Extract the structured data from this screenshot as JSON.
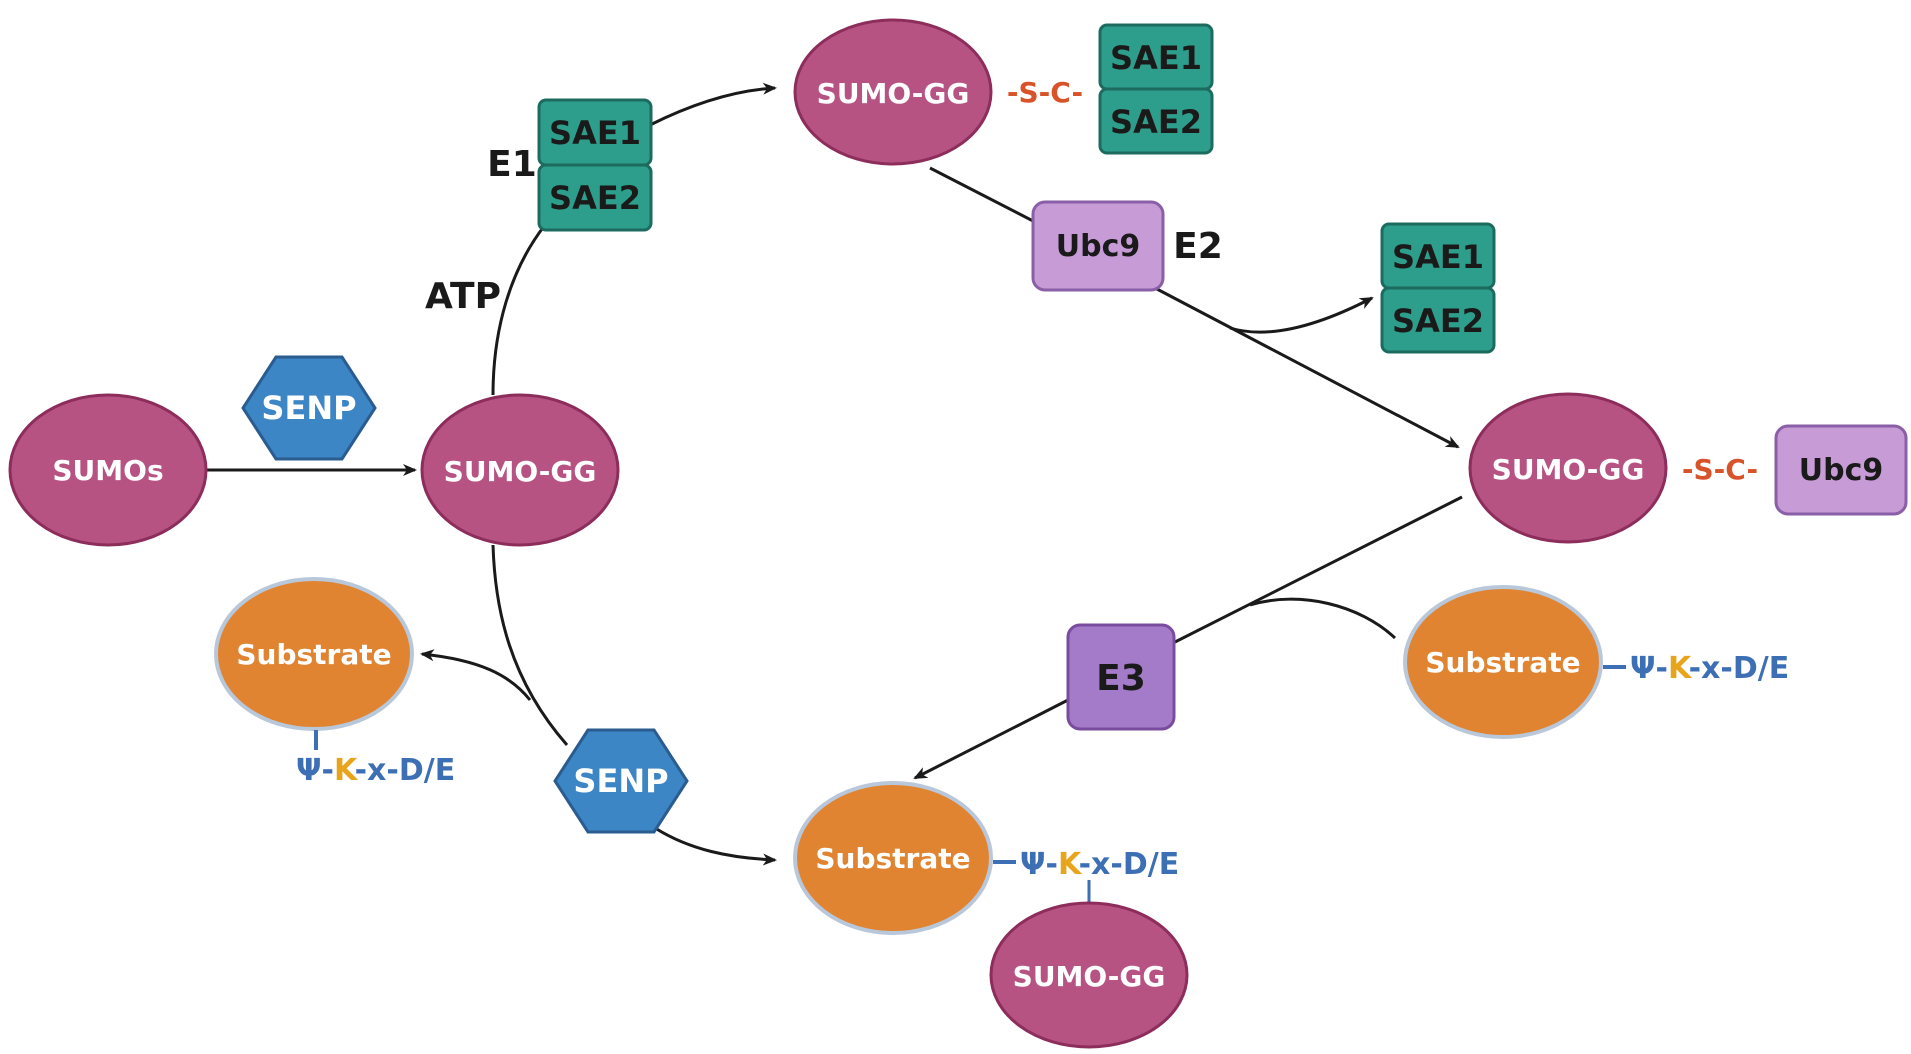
{
  "colors": {
    "sumo_fill": "#b75383",
    "sumo_stroke": "#8c2d5c",
    "sae_fill": "#2e9e8c",
    "sae_stroke": "#1d6b5f",
    "ubc9_fill": "#c79bd6",
    "ubc9_stroke": "#8a5fa8",
    "e3_fill": "#a47bc9",
    "e3_stroke": "#7a4c9e",
    "substrate_fill": "#e08432",
    "substrate_stroke": "#b8c7d9",
    "senp_fill": "#3d86c6",
    "senp_stroke": "#2a5c8f",
    "linker": "#d9532a",
    "motif": "#3d6fb5",
    "motif_k": "#e8a41c",
    "arrow": "#1a1a1a"
  },
  "nodes": {
    "sumos": "SUMOs",
    "sumo_gg_center": "SUMO-GG",
    "senp_top": "SENP",
    "sae1_e1": "SAE1",
    "sae2_e1": "SAE2",
    "e1_label": "E1",
    "atp_label": "ATP",
    "sumo_gg_top": "SUMO-GG",
    "linker_top": "-S-C-",
    "sae1_top": "SAE1",
    "sae2_top": "SAE2",
    "ubc9_e2": "Ubc9",
    "e2_label": "E2",
    "sae1_released": "SAE1",
    "sae2_released": "SAE2",
    "sumo_gg_right": "SUMO-GG",
    "linker_right": "-S-C-",
    "ubc9_right": "Ubc9",
    "substrate_right": "Substrate",
    "e3_label": "E3",
    "substrate_bottom": "Substrate",
    "sumo_gg_bottom": "SUMO-GG",
    "senp_bottom": "SENP",
    "substrate_left": "Substrate"
  },
  "motif": {
    "psi": "Ψ",
    "dash1": "-",
    "k": "K",
    "rest": "-x-D/E"
  }
}
